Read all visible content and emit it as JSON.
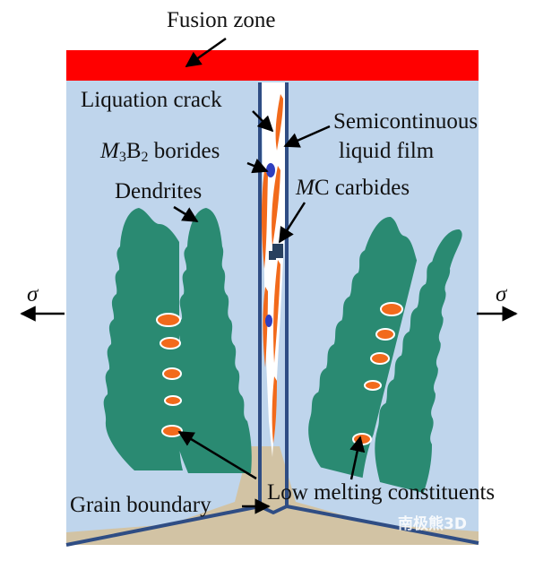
{
  "labels": {
    "fusion_zone": "Fusion zone",
    "liquation_crack": "Liquation crack",
    "semicontinuous_1": "Semicontinuous",
    "semicontinuous_2": "liquid film",
    "borides_m": "M",
    "borides_3": "3",
    "borides_b": "B",
    "borides_2": "2",
    "borides_rest": " borides",
    "carbides_m": "M",
    "carbides_rest": "C carbides",
    "dendrites": "Dendrites",
    "sigma_left": "σ",
    "sigma_right": "σ",
    "grain_boundary": "Grain boundary",
    "low_melting": "Low melting constituents"
  },
  "watermark": "南极熊3D",
  "colors": {
    "fusion_zone": "#ff0000",
    "grain": "#bfd5ec",
    "grain_boundary": "#2f4d84",
    "crack": "#ffffff",
    "liquid_film": "#f26a1b",
    "dendrite": "#2a8a72",
    "boride": "#2f3fbf",
    "carbide": "#27405e",
    "bottom_phase": "#d2c3a4",
    "arrow": "#000000"
  }
}
